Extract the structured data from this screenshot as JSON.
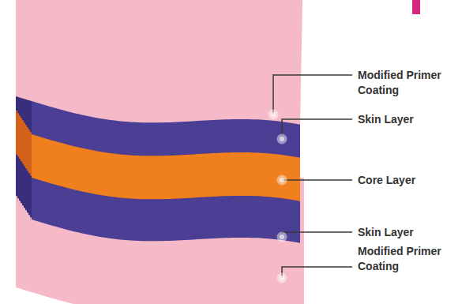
{
  "diagram": {
    "labels": [
      "Modified Primer Coating",
      "Skin Layer",
      "Core Layer",
      "Skin Layer",
      "Modified Primer Coating"
    ]
  }
}
